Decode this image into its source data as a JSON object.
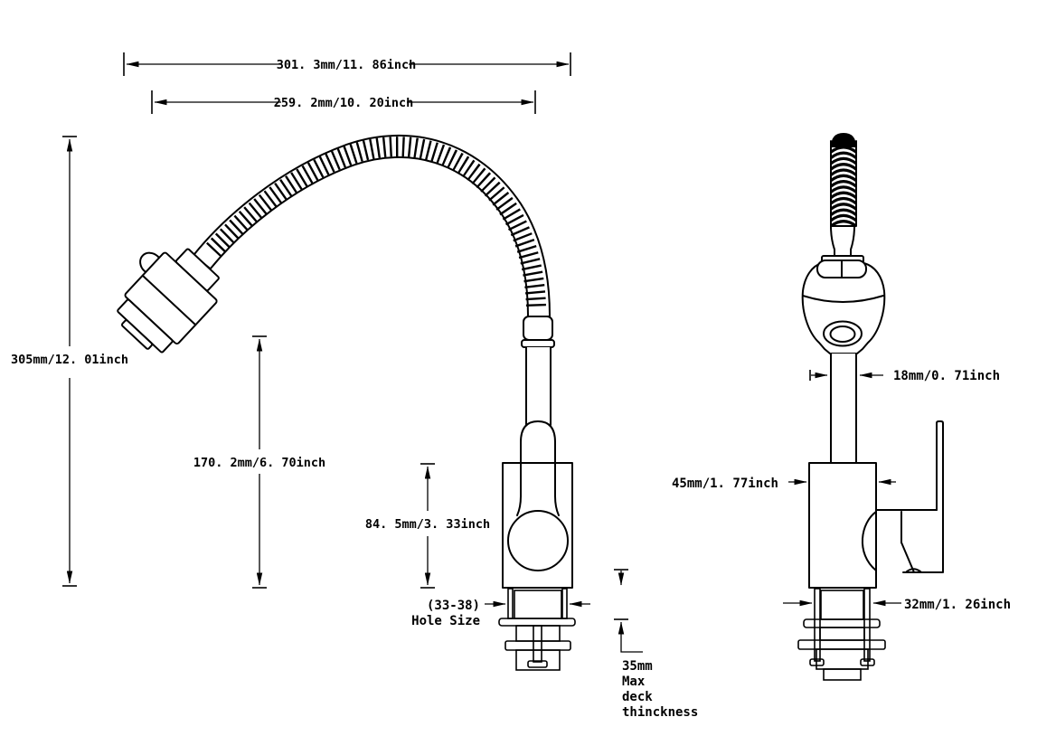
{
  "page": {
    "background": "#ffffff",
    "line_color": "#000000"
  },
  "dimensions": {
    "overall_width": {
      "label": "301. 3mm/11. 86inch"
    },
    "hose_length": {
      "label": "259. 2mm/10. 20inch"
    },
    "overall_height": {
      "label": "305mm/12. 01inch"
    },
    "spout_clearance": {
      "label": "170. 2mm/6. 70inch"
    },
    "body_height": {
      "label": "84. 5mm/3. 33inch"
    },
    "spout_diameter": {
      "label": "18mm/0. 71inch"
    },
    "body_width": {
      "label": "45mm/1. 77inch"
    },
    "base_diameter": {
      "label": "32mm/1. 26inch"
    }
  },
  "annotations": {
    "hole_size": {
      "line1": "(33-38)",
      "line2": "Hole Size"
    },
    "deck_note": {
      "line1": "35mm",
      "line2": "Max",
      "line3": "deck",
      "line4": "thinckness"
    }
  }
}
